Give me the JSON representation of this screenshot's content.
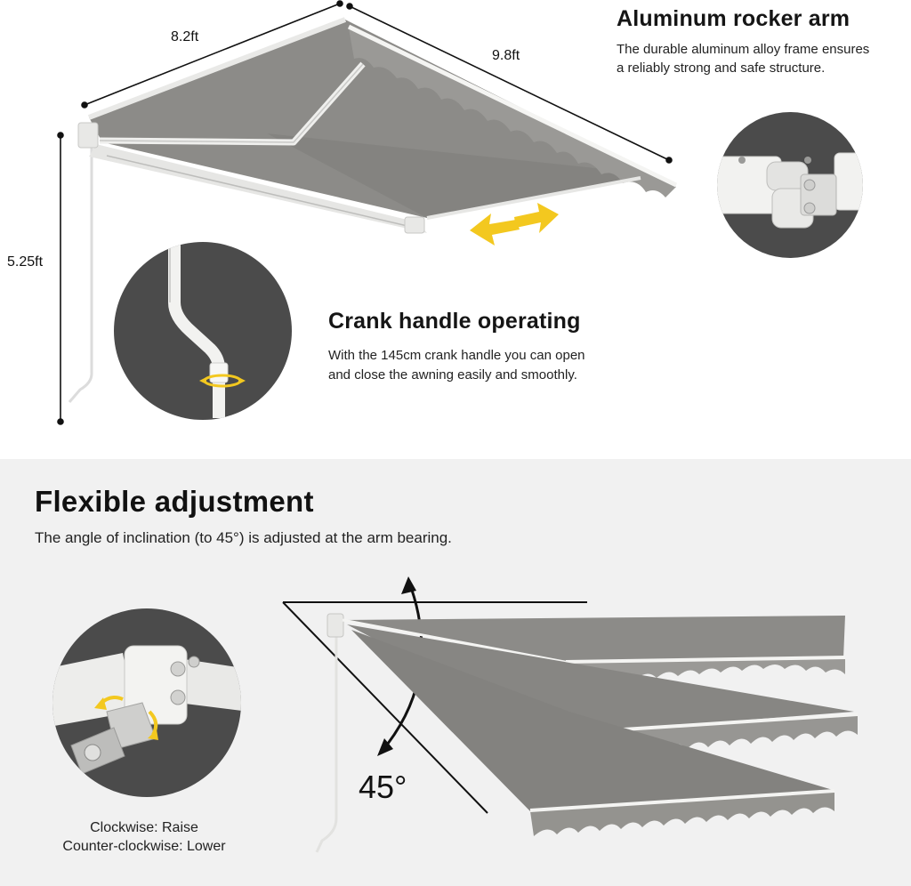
{
  "dimensions": {
    "width_label": "8.2ft",
    "depth_label": "9.8ft",
    "height_label": "5.25ft"
  },
  "features": {
    "rocker_arm": {
      "title": "Aluminum rocker arm",
      "description_line1": "The durable aluminum alloy frame ensures",
      "description_line2": "a reliably strong and safe structure."
    },
    "crank_handle": {
      "title": "Crank handle operating",
      "description_line1": "With the 145cm crank handle you can open",
      "description_line2": "and close the awning easily and smoothly."
    }
  },
  "adjustment": {
    "title": "Flexible adjustment",
    "subtitle": "The angle of inclination (to 45°) is adjusted at the arm bearing.",
    "angle_label": "45°",
    "caption_line1": "Clockwise: Raise",
    "caption_line2": "Counter-clockwise: Lower"
  },
  "colors": {
    "fabric": "#8c8b88",
    "frame": "#eeeeec",
    "circle_bg": "#4b4b4b",
    "arrow": "#f3c81f",
    "bottom_bg": "#f1f1f1"
  }
}
